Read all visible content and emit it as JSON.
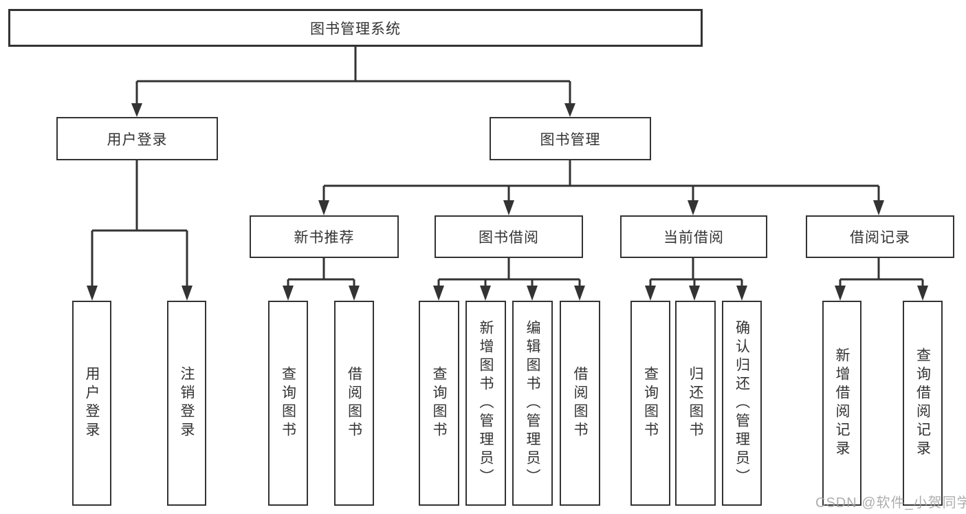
{
  "colors": {
    "line": "#333333",
    "text": "#333333",
    "box_background": "#ffffff",
    "watermark": "#a0a0a0"
  },
  "watermark": {
    "text": "CSDN @软件_小贺同学"
  },
  "tree": {
    "root": {
      "label": "图书管理系统",
      "children": [
        {
          "label": "用户登录",
          "children": [
            {
              "label": "用户登录"
            },
            {
              "label": "注销登录"
            }
          ]
        },
        {
          "label": "图书管理",
          "children": [
            {
              "label": "新书推荐",
              "children": [
                {
                  "label": "查询图书"
                },
                {
                  "label": "借阅图书"
                }
              ]
            },
            {
              "label": "图书借阅",
              "children": [
                {
                  "label": "查询图书"
                },
                {
                  "label": "新增图书（管理员）"
                },
                {
                  "label": "编辑图书（管理员）"
                },
                {
                  "label": "借阅图书"
                }
              ]
            },
            {
              "label": "当前借阅",
              "children": [
                {
                  "label": "查询图书"
                },
                {
                  "label": "归还图书"
                },
                {
                  "label": "确认归还（管理员）"
                }
              ]
            },
            {
              "label": "借阅记录",
              "children": [
                {
                  "label": "新增借阅记录"
                },
                {
                  "label": "查询借阅记录"
                }
              ]
            }
          ]
        }
      ]
    }
  }
}
